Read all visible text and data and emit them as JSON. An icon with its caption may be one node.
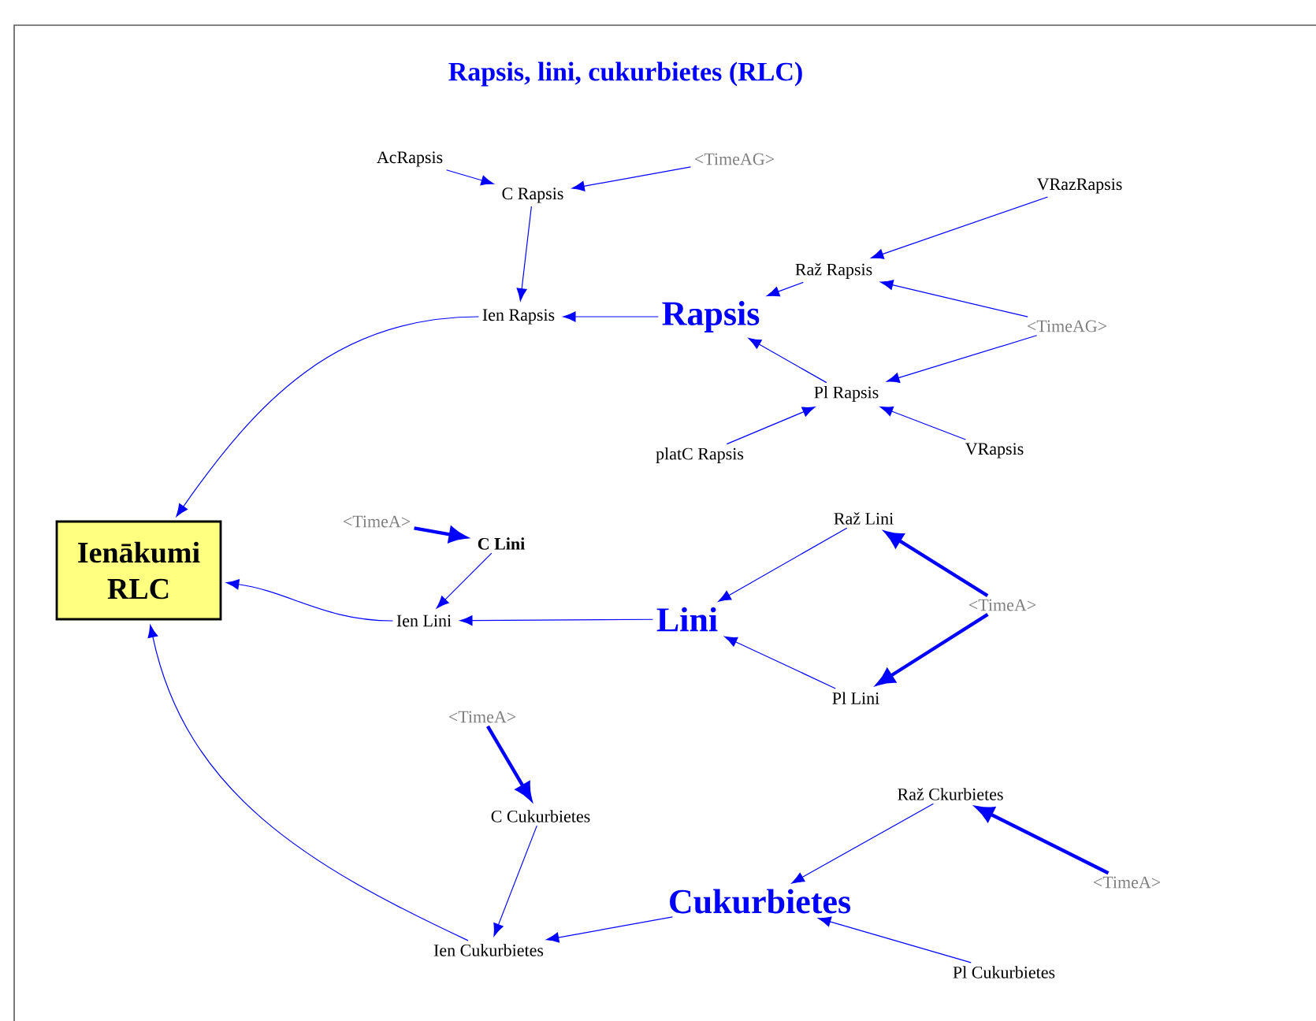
{
  "diagram": {
    "title": "Rapsis, lini, cukurbietes (RLC)",
    "nodes": [
      {
        "text": [
          "AcRapsis"
        ]
      },
      {
        "text": [
          "C Rapsis"
        ]
      },
      {
        "text": [
          "<TimeAG>"
        ]
      },
      {
        "text": [
          "VRazRapsis"
        ]
      },
      {
        "text": [
          "Raž Rapsis"
        ]
      },
      {
        "text": [
          "Ien Rapsis"
        ]
      },
      {
        "text": [
          "Rapsis"
        ]
      },
      {
        "text": [
          "<TimeAG>"
        ]
      },
      {
        "text": [
          "Pl Rapsis"
        ]
      },
      {
        "text": [
          "platC Rapsis"
        ]
      },
      {
        "text": [
          "VRapsis"
        ]
      },
      {
        "text": [
          "Ienākumi RLC"
        ]
      },
      {
        "text": [
          "<TimeA>"
        ]
      },
      {
        "text": [
          "C Lini"
        ]
      },
      {
        "text": [
          "Raž Lini"
        ]
      },
      {
        "text": [
          "Ien Lini"
        ]
      },
      {
        "text": [
          "Lini"
        ]
      },
      {
        "text": [
          "<TimeA>"
        ]
      },
      {
        "text": [
          "Pl Lini"
        ]
      },
      {
        "text": [
          "<TimeA>"
        ]
      },
      {
        "text": [
          "C Cukurbietes"
        ]
      },
      {
        "text": [
          "Raž Ckurbietes"
        ]
      },
      {
        "text": [
          "Cukurbietes"
        ]
      },
      {
        "text": [
          "<TimeA>"
        ]
      },
      {
        "text": [
          "Ien Cukurbietes"
        ]
      },
      {
        "text": [
          "Pl Cukurbietes"
        ]
      }
    ],
    "edges": [
      {
        "from": 0,
        "to": 1,
        "arrow": "to"
      },
      {
        "from": 2,
        "to": 1,
        "arrow": "to"
      },
      {
        "from": 1,
        "to": 5,
        "arrow": "to"
      },
      {
        "from": 6,
        "to": 5,
        "arrow": "to"
      },
      {
        "from": 3,
        "to": 4,
        "arrow": "to"
      },
      {
        "from": 7,
        "to": 4,
        "arrow": "to"
      },
      {
        "from": 4,
        "to": 6,
        "arrow": "to"
      },
      {
        "from": 7,
        "to": 8,
        "arrow": "to"
      },
      {
        "from": 8,
        "to": 6,
        "arrow": "to"
      },
      {
        "from": 9,
        "to": 8,
        "arrow": "to"
      },
      {
        "from": 10,
        "to": 8,
        "arrow": "to"
      },
      {
        "from": 5,
        "to": 11,
        "arrow": "to"
      },
      {
        "from": 12,
        "to": 13,
        "arrow": "to",
        "style": "thick"
      },
      {
        "from": 13,
        "to": 15,
        "arrow": "to"
      },
      {
        "from": 16,
        "to": 15,
        "arrow": "to"
      },
      {
        "from": 15,
        "to": 11,
        "arrow": "to"
      },
      {
        "from": 14,
        "to": 16,
        "arrow": "to"
      },
      {
        "from": 17,
        "to": 14,
        "arrow": "to",
        "style": "thick"
      },
      {
        "from": 17,
        "to": 18,
        "arrow": "to",
        "style": "thick"
      },
      {
        "from": 18,
        "to": 16,
        "arrow": "to"
      },
      {
        "from": 19,
        "to": 20,
        "arrow": "to",
        "style": "thick"
      },
      {
        "from": 20,
        "to": 24,
        "arrow": "to"
      },
      {
        "from": 22,
        "to": 24,
        "arrow": "to"
      },
      {
        "from": 24,
        "to": 11,
        "arrow": "to"
      },
      {
        "from": 21,
        "to": 22,
        "arrow": "to"
      },
      {
        "from": 23,
        "to": 21,
        "arrow": "to",
        "style": "thick"
      },
      {
        "from": 25,
        "to": 22,
        "arrow": "to"
      }
    ]
  }
}
